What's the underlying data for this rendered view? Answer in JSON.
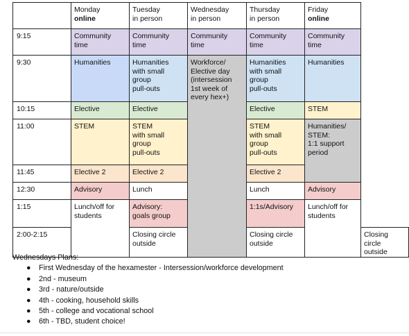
{
  "colors": {
    "purple": "#d9d2e9",
    "blue": "#c9daf8",
    "lightblue": "#cfe2f3",
    "gray": "#cccccc",
    "green": "#d9ead3",
    "yellow": "#fff2cc",
    "orange": "#fce5cd",
    "pink": "#f4cccc",
    "white": "#ffffff"
  },
  "header": {
    "days": [
      {
        "name": "Monday",
        "mode": "online"
      },
      {
        "name": "Tuesday",
        "mode": "in person"
      },
      {
        "name": "Wednesday",
        "mode": "in person"
      },
      {
        "name": "Thursday",
        "mode": "in person"
      },
      {
        "name": "Friday",
        "mode": "online"
      }
    ]
  },
  "rows": [
    {
      "time": "9:15",
      "height": 38,
      "cells": [
        {
          "day": "mon",
          "text": "Community\ntime",
          "color": "purple"
        },
        {
          "day": "tue",
          "text": "Community\ntime",
          "color": "purple"
        },
        {
          "day": "wed",
          "text": "Community\ntime",
          "color": "purple"
        },
        {
          "day": "thu",
          "text": "Community\ntime",
          "color": "purple"
        },
        {
          "day": "fri",
          "text": "Community\ntime",
          "color": "purple"
        }
      ]
    },
    {
      "time": "9:30",
      "height": 67,
      "cells": [
        {
          "day": "mon",
          "text": "Humanities",
          "color": "blue"
        },
        {
          "day": "tue",
          "text": "Humanities\nwith small\ngroup\npull-outs",
          "color": "lightblue"
        },
        {
          "day": "wed",
          "text": "Workforce/\nElective day\n(intersession\n1st week of\nevery hex+)",
          "color": "gray",
          "rowspan": 7
        },
        {
          "day": "thu",
          "text": "Humanities\nwith small\ngroup\npull-outs",
          "color": "lightblue"
        },
        {
          "day": "fri",
          "text": "Humanities",
          "color": "lightblue"
        }
      ]
    },
    {
      "time": "10:15",
      "height": 25,
      "cells": [
        {
          "day": "mon",
          "text": "Elective",
          "color": "green"
        },
        {
          "day": "tue",
          "text": "Elective",
          "color": "green"
        },
        {
          "day": "thu",
          "text": "Elective",
          "color": "green"
        },
        {
          "day": "fri",
          "text": "STEM",
          "color": "yellow"
        }
      ]
    },
    {
      "time": "11:00",
      "height": 66,
      "cells": [
        {
          "day": "mon",
          "text": "STEM",
          "color": "yellow"
        },
        {
          "day": "tue",
          "text": "STEM\nwith small\ngroup\npull-outs",
          "color": "yellow"
        },
        {
          "day": "thu",
          "text": "STEM\nwith small\ngroup\npull-outs",
          "color": "yellow"
        },
        {
          "day": "fri",
          "text": "Humanities/\nSTEM:\n 1:1 support\nperiod",
          "color": "gray",
          "rowspan": 2
        }
      ]
    },
    {
      "time": "11:45",
      "height": 25,
      "cells": [
        {
          "day": "mon",
          "text": "Elective 2",
          "color": "orange"
        },
        {
          "day": "tue",
          "text": "Elective 2",
          "color": "orange"
        },
        {
          "day": "thu",
          "text": "Elective 2",
          "color": "orange"
        }
      ]
    },
    {
      "time": "12:30",
      "height": 25,
      "cells": [
        {
          "day": "mon",
          "text": "Advisory",
          "color": "pink"
        },
        {
          "day": "tue",
          "text": "Lunch",
          "color": "white"
        },
        {
          "day": "thu",
          "text": "Lunch",
          "color": "white"
        },
        {
          "day": "fri",
          "text": "Advisory",
          "color": "pink"
        }
      ]
    },
    {
      "time": "1:15",
      "height": 40,
      "cells": [
        {
          "day": "mon",
          "text": "Lunch/off for\nstudents",
          "color": "white",
          "rowspan": 2
        },
        {
          "day": "tue",
          "text": "Advisory:\ngoals group",
          "color": "pink"
        },
        {
          "day": "thu",
          "text": "1:1s/Advisory",
          "color": "pink"
        },
        {
          "day": "fri",
          "text": "Lunch/off for\nstudents",
          "color": "white",
          "rowspan": 2
        }
      ]
    },
    {
      "time": "2:00-2:15",
      "height": 37,
      "cells": [
        {
          "day": "tue",
          "text": "Closing circle\noutside",
          "color": "white"
        },
        {
          "day": "wed",
          "text": "Closing circle\noutside",
          "color": "white"
        },
        {
          "day": "thu",
          "text": "Closing circle\noutside",
          "color": "white"
        }
      ]
    }
  ],
  "plans": {
    "title": "Wednesdays Plans:",
    "items": [
      "First Wednesday of the hexamester - Intersession/workforce development",
      "2nd - museum",
      "3rd - nature/outside",
      "4th - cooking, household skills",
      "5th - college and vocational school",
      "6th - TBD, student choice!"
    ]
  }
}
